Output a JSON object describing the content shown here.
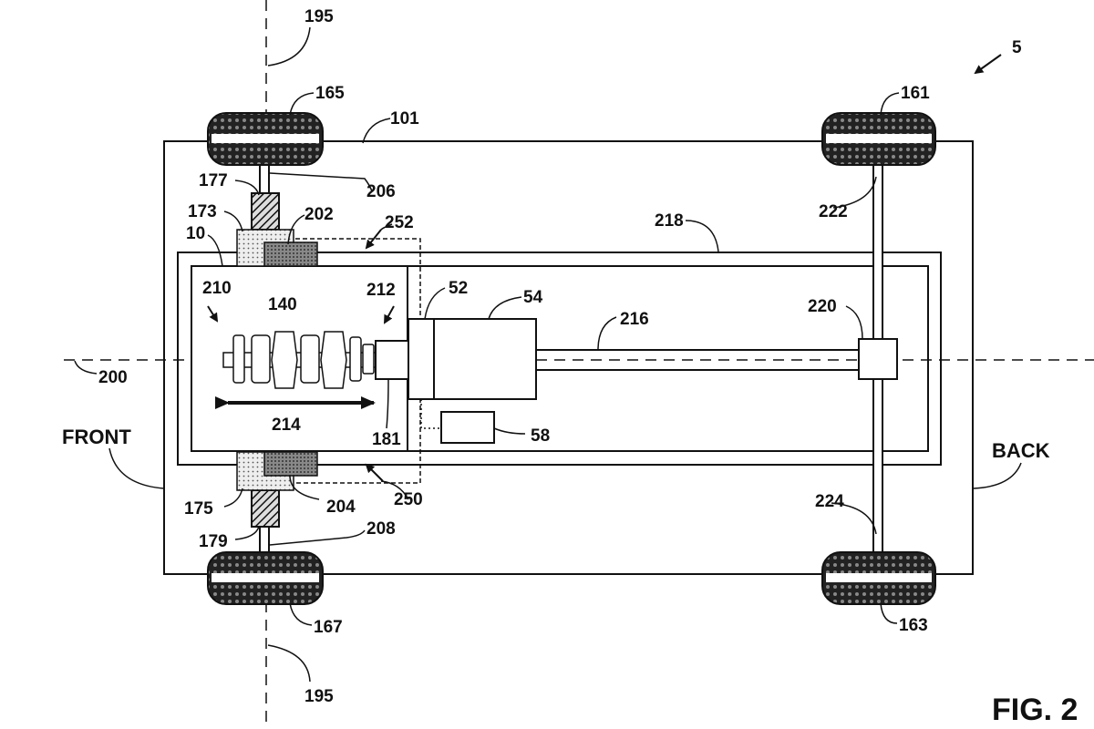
{
  "figure": {
    "caption": "FIG. 2",
    "direction": {
      "front": "FRONT",
      "back": "BACK"
    },
    "refs": {
      "r5": "5",
      "r10": "10",
      "r52": "52",
      "r54": "54",
      "r58": "58",
      "r101": "101",
      "r140": "140",
      "r161": "161",
      "r163": "163",
      "r165": "165",
      "r167": "167",
      "r173": "173",
      "r175": "175",
      "r177": "177",
      "r179": "179",
      "r181": "181",
      "r195_top": "195",
      "r195_bottom": "195",
      "r200": "200",
      "r202": "202",
      "r204": "204",
      "r206": "206",
      "r208": "208",
      "r210": "210",
      "r212": "212",
      "r214": "214",
      "r216": "216",
      "r218": "218",
      "r220": "220",
      "r222": "222",
      "r224": "224",
      "r250": "250",
      "r252": "252"
    }
  }
}
